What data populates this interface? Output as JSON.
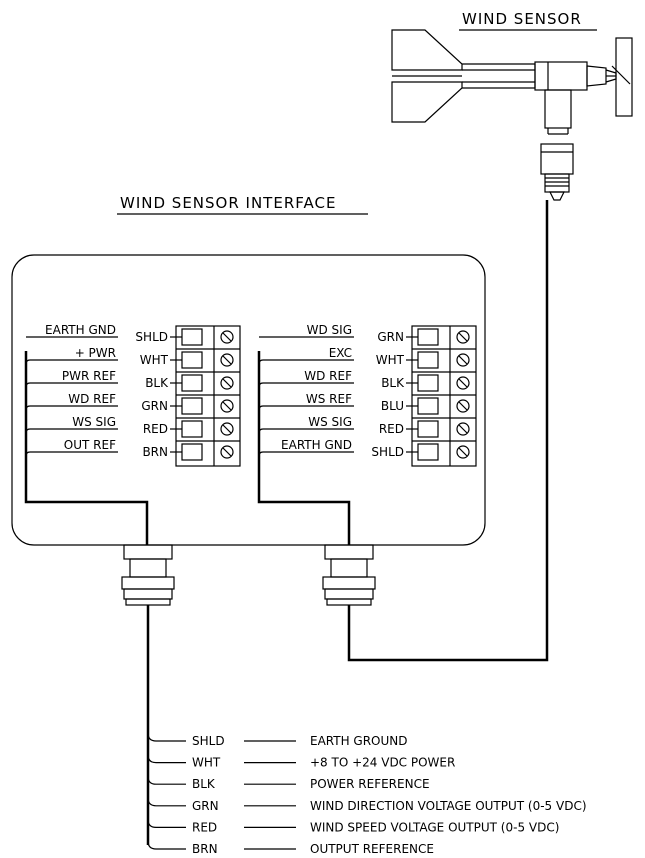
{
  "titles": {
    "sensor": "WIND SENSOR",
    "interface": "WIND SENSOR INTERFACE"
  },
  "left_block": [
    {
      "signal": "EARTH GND",
      "wire": "SHLD"
    },
    {
      "signal": "+ PWR",
      "wire": "WHT"
    },
    {
      "signal": "PWR REF",
      "wire": "BLK"
    },
    {
      "signal": "WD REF",
      "wire": "GRN"
    },
    {
      "signal": "WS SIG",
      "wire": "RED"
    },
    {
      "signal": "OUT REF",
      "wire": "BRN"
    }
  ],
  "right_block": [
    {
      "signal": "WD SIG",
      "wire": "GRN"
    },
    {
      "signal": "EXC",
      "wire": "WHT"
    },
    {
      "signal": "WD REF",
      "wire": "BLK"
    },
    {
      "signal": "WS REF",
      "wire": "BLU"
    },
    {
      "signal": "WS SIG",
      "wire": "RED"
    },
    {
      "signal": "EARTH GND",
      "wire": "SHLD"
    }
  ],
  "output_cable": [
    {
      "wire": "SHLD",
      "description": "EARTH GROUND"
    },
    {
      "wire": "WHT",
      "description": "+8 TO +24 VDC POWER"
    },
    {
      "wire": "BLK",
      "description": "POWER REFERENCE"
    },
    {
      "wire": "GRN",
      "description": "WIND DIRECTION VOLTAGE OUTPUT  (0-5 VDC)"
    },
    {
      "wire": "RED",
      "description": "WIND SPEED VOLTAGE OUTPUT  (0-5 VDC)"
    },
    {
      "wire": "BRN",
      "description": "OUTPUT REFERENCE"
    }
  ]
}
